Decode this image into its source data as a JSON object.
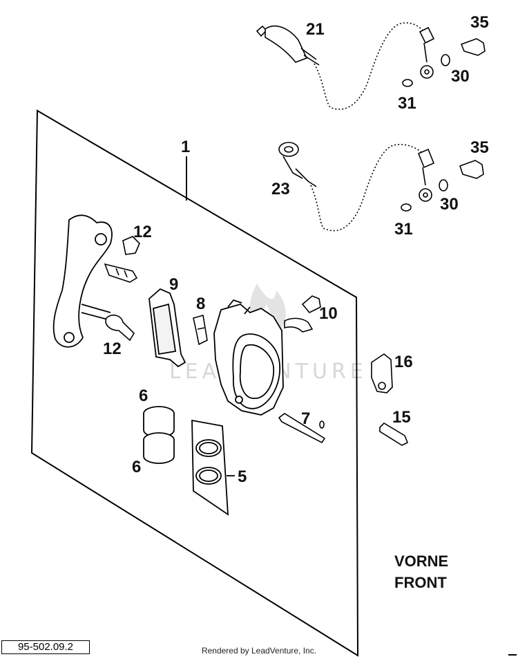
{
  "diagram": {
    "callouts": {
      "c1": "1",
      "c21": "21",
      "c35a": "35",
      "c30a": "30",
      "c31a": "31",
      "c23": "23",
      "c35b": "35",
      "c30b": "30",
      "c31b": "31",
      "c12a": "12",
      "c9": "9",
      "c8": "8",
      "c10": "10",
      "c12b": "12",
      "c16": "16",
      "c6a": "6",
      "c6b": "6",
      "c7": "7",
      "c5": "5",
      "c15": "15"
    },
    "orientation": {
      "line1": "VORNE",
      "line2": "FRONT"
    },
    "watermark": "LEADVENTURE"
  },
  "footer": {
    "ref_code": "95-502.09.2",
    "rendered_by": "Rendered by LeadVenture, Inc."
  }
}
